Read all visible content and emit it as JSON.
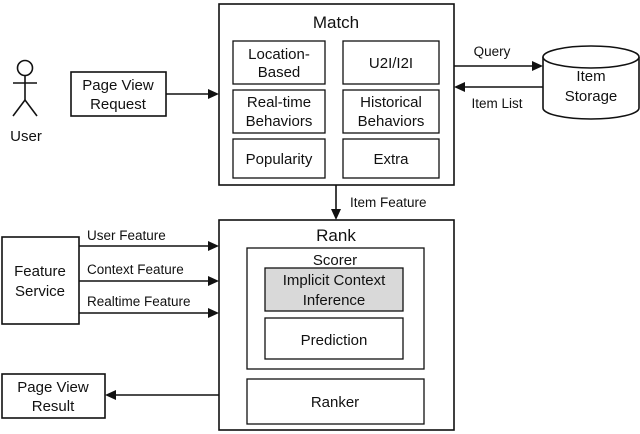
{
  "user": {
    "label": "User"
  },
  "page_view_request": {
    "line1": "Page View",
    "line2": "Request"
  },
  "match": {
    "title": "Match",
    "location_based": {
      "line1": "Location-",
      "line2": "Based"
    },
    "u2i_i2i": "U2I/I2I",
    "realtime_behaviors": {
      "line1": "Real-time",
      "line2": "Behaviors"
    },
    "historical_behaviors": {
      "line1": "Historical",
      "line2": "Behaviors"
    },
    "popularity": "Popularity",
    "extra": "Extra"
  },
  "item_storage": {
    "line1": "Item",
    "line2": "Storage"
  },
  "edges": {
    "query": "Query",
    "item_list": "Item List",
    "item_feature": "Item Feature",
    "user_feature": "User Feature",
    "context_feature": "Context Feature",
    "realtime_feature": "Realtime Feature"
  },
  "feature_service": {
    "line1": "Feature",
    "line2": "Service"
  },
  "rank": {
    "title": "Rank",
    "scorer": {
      "title": "Scorer",
      "implicit_context_inference": {
        "line1": "Implicit Context",
        "line2": "Inference"
      },
      "prediction": "Prediction"
    },
    "ranker": "Ranker"
  },
  "page_view_result": {
    "line1": "Page View",
    "line2": "Result"
  },
  "colors": {
    "line": "#111111",
    "highlight_fill": "#d9d9d9",
    "background": "#ffffff"
  }
}
